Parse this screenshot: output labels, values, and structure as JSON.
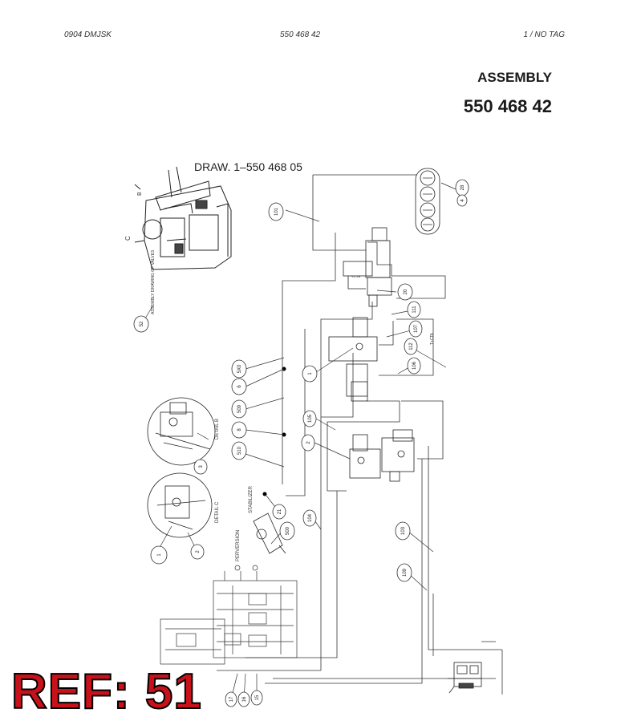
{
  "header": {
    "left": "0904 DMJSK",
    "center": "550 468 42",
    "right": "1 / NO TAG"
  },
  "assembly": {
    "title": "ASSEMBLY",
    "number": "550 468 42"
  },
  "drawing_ref": "DRAW. 1–550 468 05",
  "balloons": {
    "b101": "101",
    "b28": "28",
    "b4": "4",
    "b20": "20",
    "b111": "111",
    "b107": "107",
    "b112": "112",
    "b106": "106",
    "b1a": "1",
    "b5X0": "5X0",
    "b6a": "6",
    "b509": "509",
    "b8": "8",
    "b510": "510",
    "b105": "105",
    "b2a": "2",
    "b21": "21",
    "b500": "500",
    "b104": "104",
    "b103": "103",
    "b109": "109",
    "b52": "52",
    "b3a": "3",
    "b1b": "1",
    "b2b": "2",
    "b17": "17",
    "b16": "16",
    "b15": "15"
  },
  "labels": {
    "detail_b": "DETAIL B",
    "detail_c": "DETAIL C",
    "view_c": "C",
    "view_b": "B",
    "assembly_note": "ASSEMBLY DRAWING OF VALVES",
    "stabilizer": "STABILIZER",
    "pervers": "PERVERSION",
    "tcdl": "T+CDL"
  },
  "stamp": {
    "text": "REF: 51",
    "color": "#c8121b"
  }
}
